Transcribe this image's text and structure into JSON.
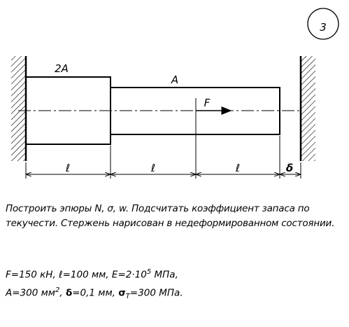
{
  "problem_number": "3",
  "labels": {
    "area_left": "2A",
    "area_right": "A",
    "force": "F",
    "length_1": "ℓ",
    "length_2": "ℓ",
    "length_3": "ℓ",
    "gap": "δ"
  },
  "task_text": "Построить эпюры N, σ, w. Подсчитать коэффициент запаса по текучести. Стержень нарисован в недеформированном состоянии.",
  "params_line1": {
    "prefix": "F=150 кН, ℓ=100 мм, E=2·10",
    "exponent": "5",
    "suffix": " МПа,"
  },
  "params_line2": {
    "area": "A=300 мм",
    "area_exp": "2",
    "delta_sym": "δ",
    "delta_val": "=0,1 мм,",
    "sigma_sym": "σ",
    "sigma_sub": "T",
    "sigma_val": "=300 МПа."
  }
}
